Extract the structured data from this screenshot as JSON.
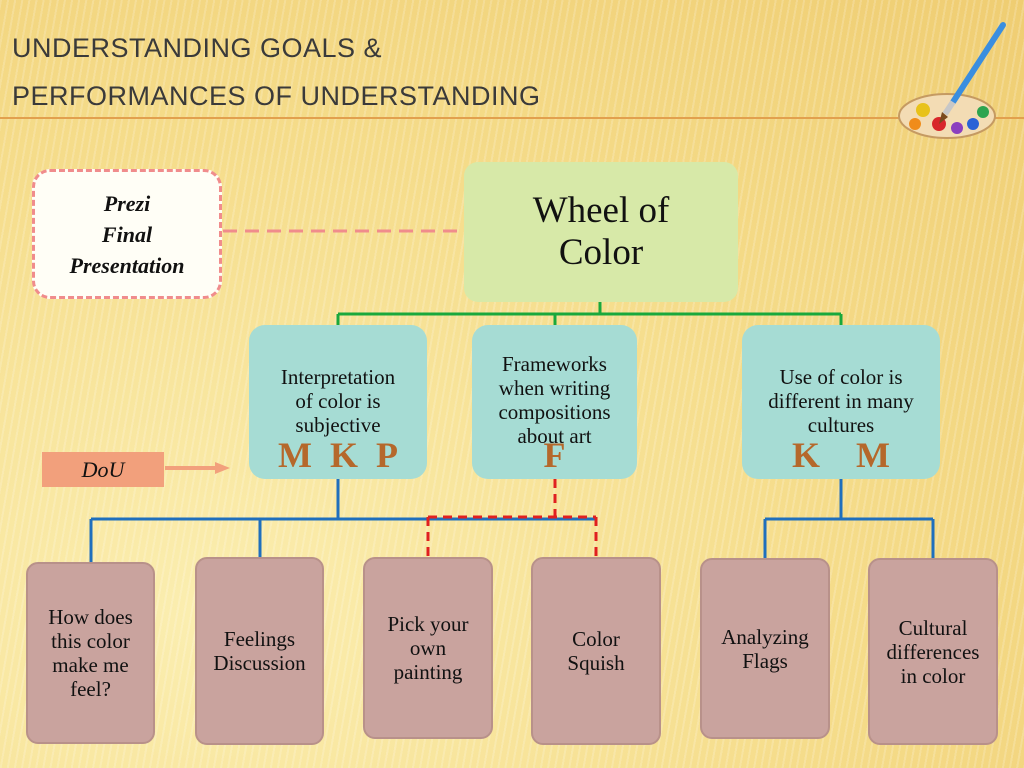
{
  "title": {
    "line1": "UNDERSTANDING GOALS &",
    "line2": "PERFORMANCES OF UNDERSTANDING"
  },
  "root": {
    "line1": "Wheel of",
    "line2": "Color"
  },
  "side_note": {
    "line1": "Prezi",
    "line2": "Final",
    "line3": "Presentation"
  },
  "dou_label": "DoU",
  "goals": [
    {
      "lines": [
        "Interpretation",
        "of color is",
        "subjective"
      ],
      "tags": "M  K  P"
    },
    {
      "lines": [
        "Frameworks",
        "when writing",
        "compositions",
        "about art"
      ],
      "tags": "F"
    },
    {
      "lines": [
        "Use of color is",
        "different in many",
        "cultures"
      ],
      "tags": "K    M"
    }
  ],
  "performances": [
    {
      "lines": [
        "How does",
        "this color",
        "make me",
        "feel?"
      ]
    },
    {
      "lines": [
        "Feelings",
        "Discussion"
      ]
    },
    {
      "lines": [
        "Pick your",
        "own",
        "painting"
      ]
    },
    {
      "lines": [
        "Color",
        "Squish"
      ]
    },
    {
      "lines": [
        "Analyzing",
        "Flags"
      ]
    },
    {
      "lines": [
        "Cultural",
        "differences",
        "in color"
      ]
    }
  ],
  "colors": {
    "connector_green": "#19a83c",
    "connector_blue": "#1f6fbd",
    "connector_red": "#e02020",
    "dashed_pink": "#f08c8c"
  }
}
